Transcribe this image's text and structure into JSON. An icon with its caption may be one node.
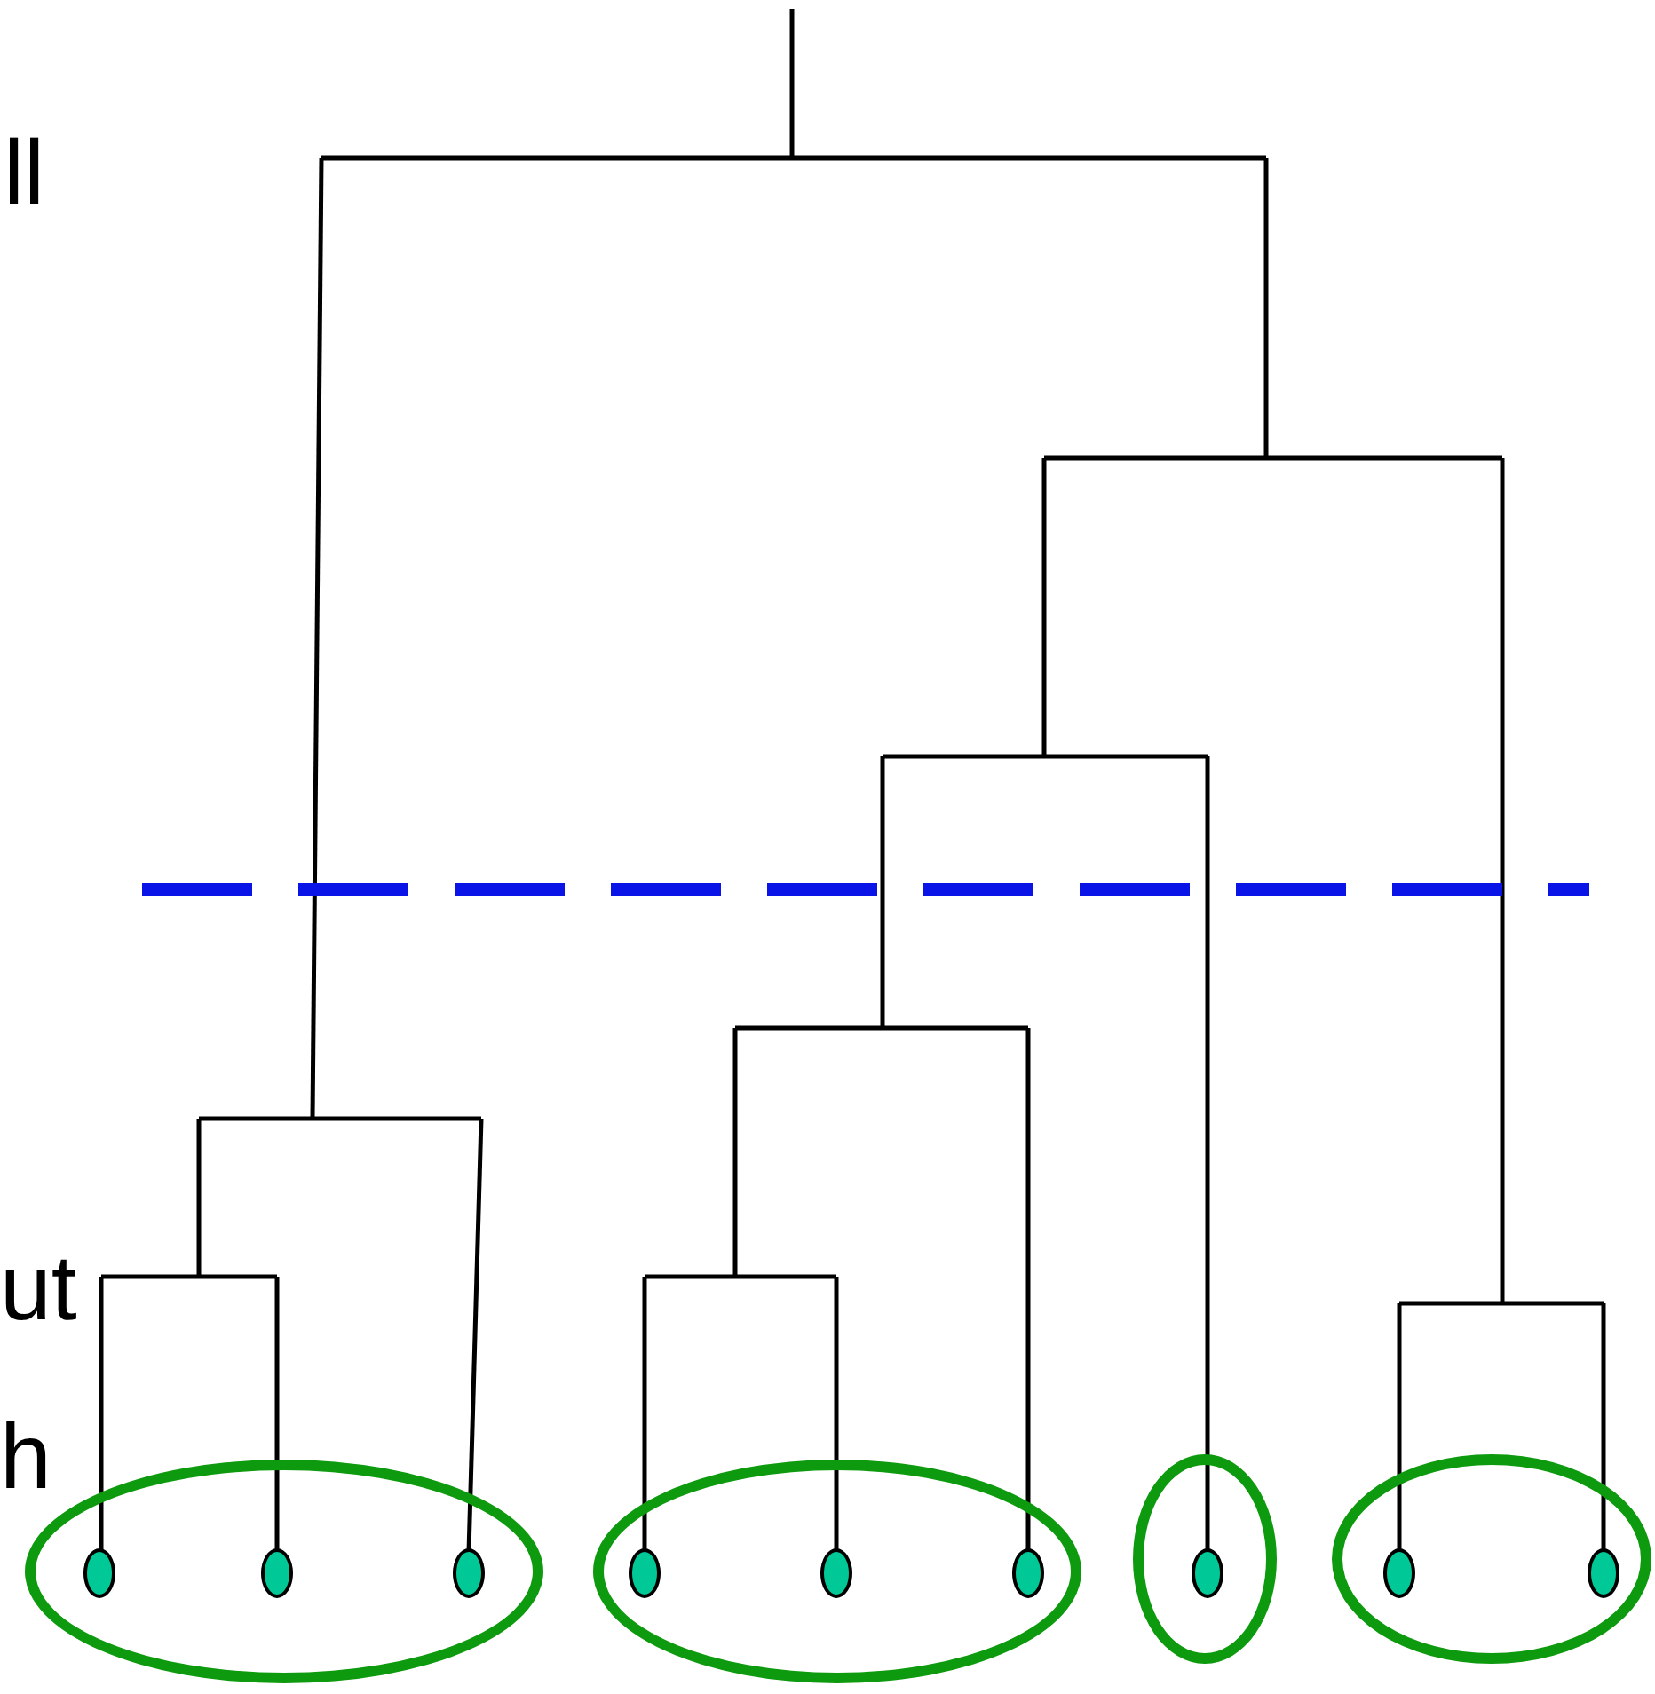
{
  "diagram": {
    "nodes": [
      {
        "text": [],
        "shape": "circle"
      },
      {
        "text": [],
        "shape": "circle",
        "in": 0
      },
      {
        "text": [],
        "shape": "circle",
        "in": 0
      },
      {
        "text": [],
        "shape": "circle",
        "in": 0
      },
      {
        "text": [],
        "shape": "circle"
      },
      {
        "text": [],
        "shape": "circle",
        "in": 4
      },
      {
        "text": [],
        "shape": "circle",
        "in": 4
      },
      {
        "text": [],
        "shape": "circle",
        "in": 4
      },
      {
        "text": [],
        "shape": "circle"
      },
      {
        "text": [],
        "shape": "circle",
        "in": 8
      },
      {
        "text": [],
        "shape": "circle"
      },
      {
        "text": [],
        "shape": "circle",
        "in": 10
      },
      {
        "text": [],
        "shape": "circle",
        "in": 10
      }
    ],
    "labels": [
      "ll",
      "ut",
      "h"
    ]
  }
}
